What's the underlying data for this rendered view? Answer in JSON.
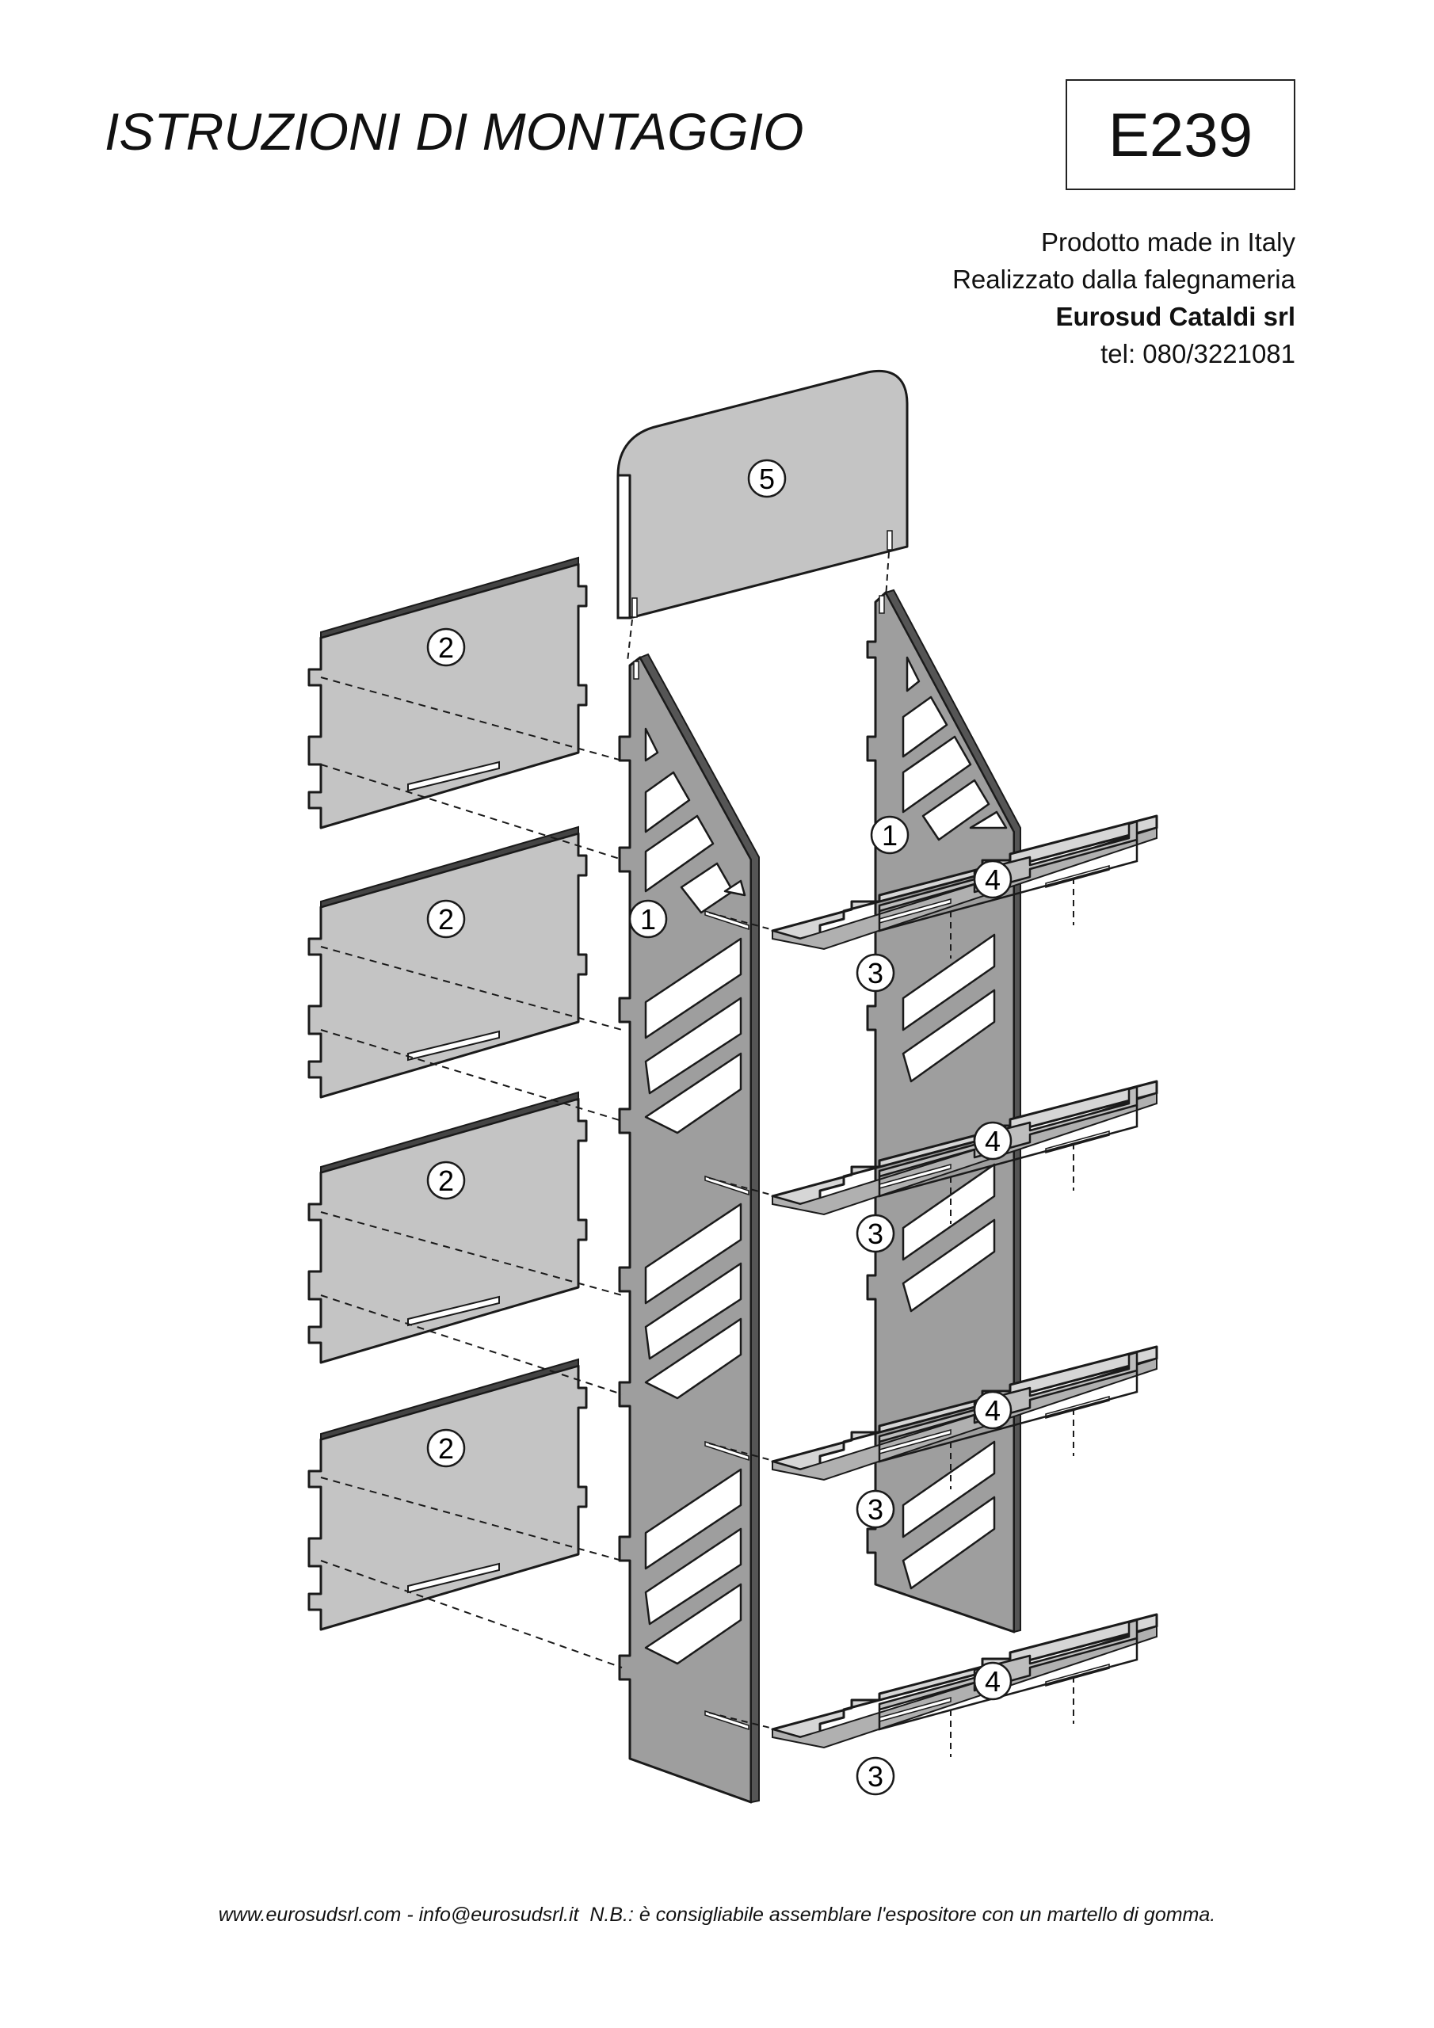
{
  "header": {
    "title": "ISTRUZIONI DI MONTAGGIO",
    "product_code": "E239"
  },
  "maker": {
    "line1": "Prodotto made in Italy",
    "line2": "Realizzato dalla falegnameria",
    "company": "Eurosud Cataldi srl",
    "phone": "tel: 080/3221081"
  },
  "part_labels": {
    "upright": "1",
    "back_panel": "2",
    "shelf": "3",
    "shelf_rail": "4",
    "top_sign": "5"
  },
  "footer": {
    "website": "www.eurosudsrl.com",
    "separator": " - ",
    "email": "info@eurosudsrl.it",
    "note": "  N.B.: è consigliabile assemblare l'espositore con un martello di gomma."
  },
  "colors": {
    "panel_fill": "#c4c4c4",
    "upright_fill": "#9e9e9e",
    "outline": "#1a1a1a"
  }
}
